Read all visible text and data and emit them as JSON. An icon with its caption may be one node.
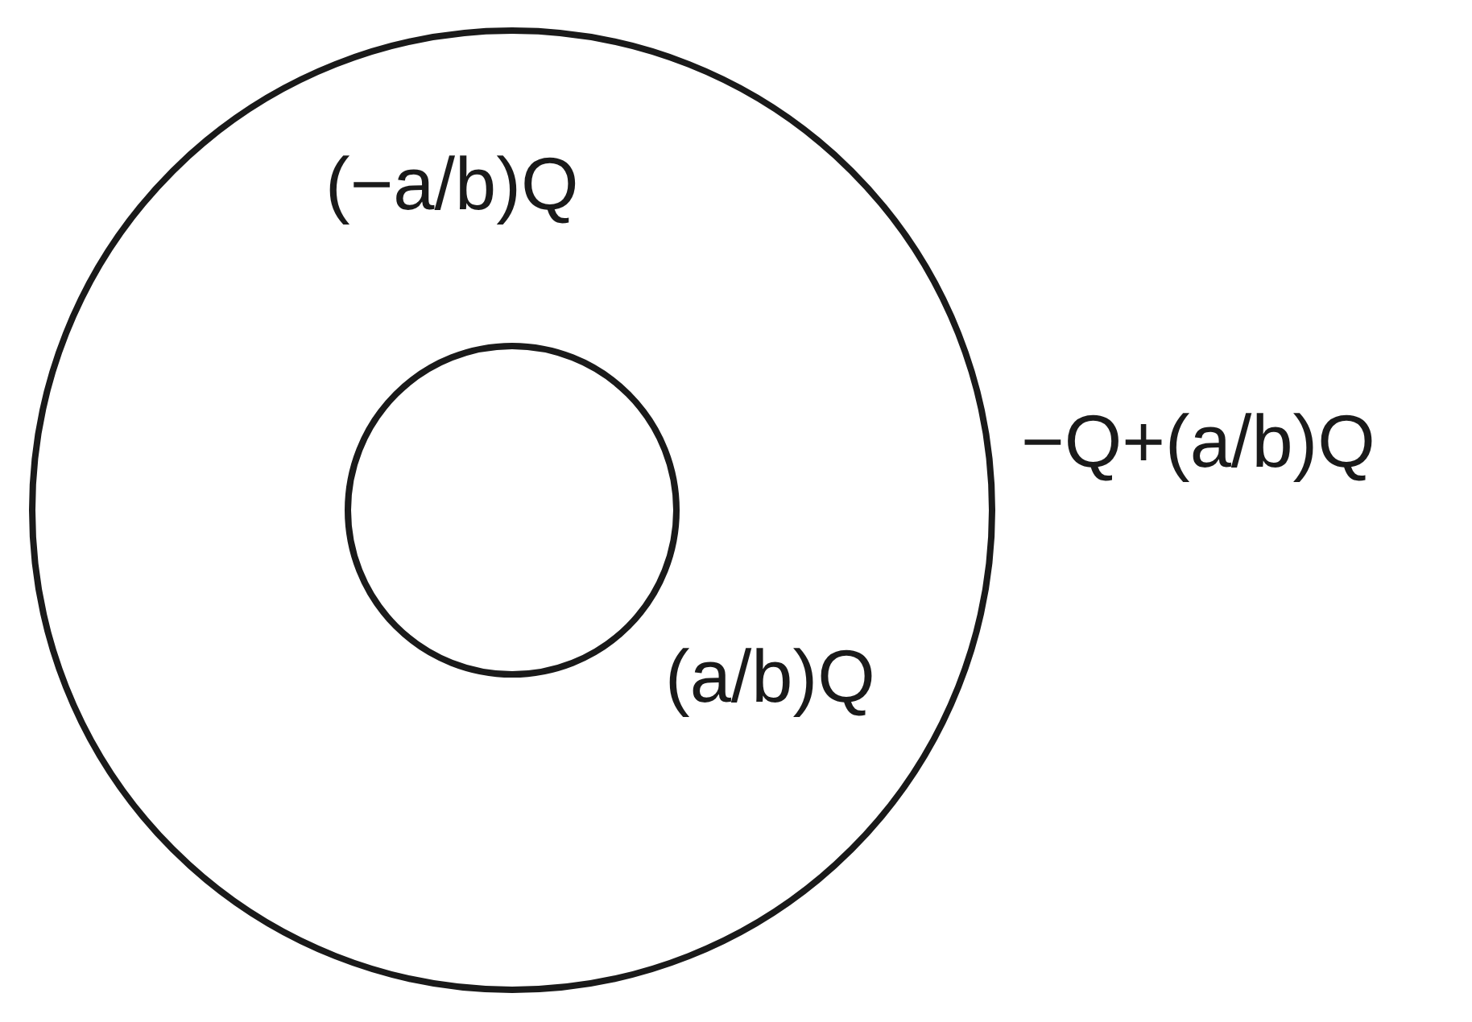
{
  "diagram": {
    "nodes": [
      {
        "text": [
          "(−a/b)Q"
        ],
        "beside": [
          "−Q+(a/b)Q"
        ]
      },
      {
        "text": [],
        "beside": [
          "(a/b)Q"
        ],
        "shape": "circle",
        "in": 0
      }
    ]
  }
}
